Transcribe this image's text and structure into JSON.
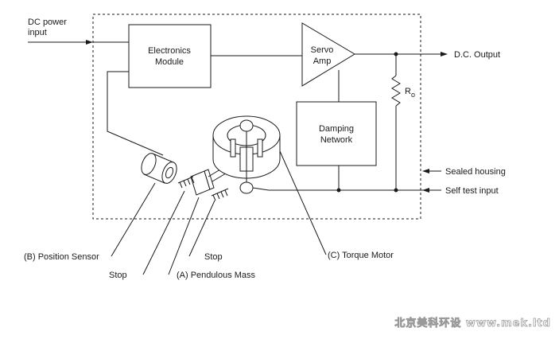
{
  "labels": {
    "dc_power_input_1": "DC power",
    "dc_power_input_2": "input",
    "electronics_module_1": "Electronics",
    "electronics_module_2": "Module",
    "servo_amp_1": "Servo",
    "servo_amp_2": "Amp",
    "dc_output": "D.C. Output",
    "resistor_main": "R",
    "resistor_sub": "o",
    "damping_network_1": "Damping",
    "damping_network_2": "Network",
    "sealed_housing": "Sealed housing",
    "self_test_input": "Self test input",
    "position_sensor": "(B) Position Sensor",
    "stop_upper": "Stop",
    "stop_lower": "Stop",
    "pendulous_mass": "(A) Pendulous Mass",
    "torque_motor": "(C) Torque Motor"
  },
  "watermark": "北京美科环设 www.mek.ltd"
}
